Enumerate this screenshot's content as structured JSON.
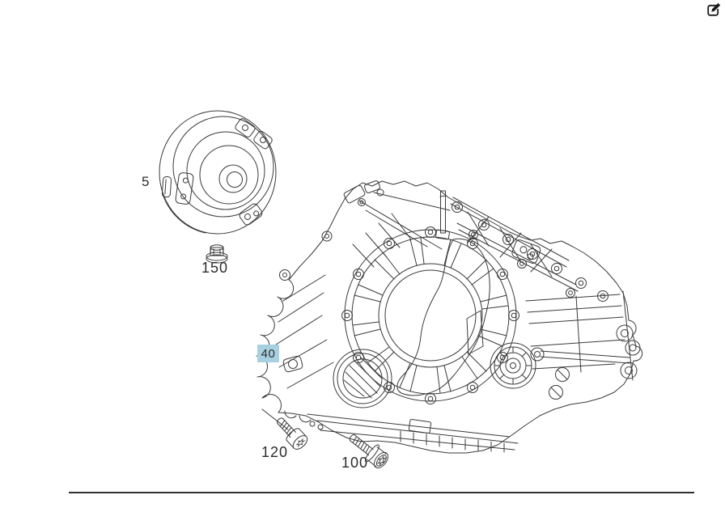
{
  "window": {
    "background": "#ffffff"
  },
  "toolbar": {
    "edit_button": {
      "icon": "edit-icon"
    }
  },
  "diagram": {
    "type": "parts-exploded-view",
    "line_color": "#3a3a3a",
    "label_color": "#2d2d2d",
    "highlight_color": "#a7d1e0",
    "callouts": [
      {
        "label": "5",
        "highlighted": false
      },
      {
        "label": "150",
        "highlighted": false
      },
      {
        "label": "40",
        "highlighted": true
      },
      {
        "label": "120",
        "highlighted": false
      },
      {
        "label": "100",
        "highlighted": false
      }
    ]
  },
  "footer": {
    "divider_color": "#2f2f2f"
  }
}
